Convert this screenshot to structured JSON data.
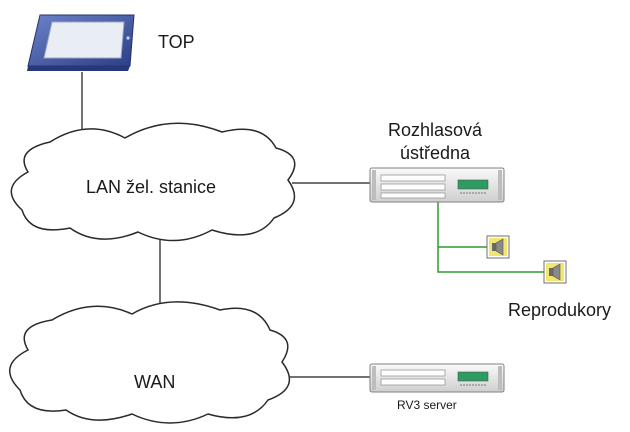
{
  "nodes": {
    "top": {
      "label": "TOP",
      "icon": "touch-panel-icon"
    },
    "lan": {
      "label": "LAN žel. stanice",
      "icon": "cloud-icon"
    },
    "wan": {
      "label": "WAN",
      "icon": "cloud-icon"
    },
    "broadcast_unit": {
      "label_line1": "Rozhlasová",
      "label_line2": "ústředna",
      "icon": "rack-server-icon"
    },
    "rv3_server": {
      "label": "RV3 server",
      "icon": "rack-server-icon"
    },
    "speakers": {
      "label": "Reprodukory",
      "icon": "speaker-icon",
      "count": 2
    }
  },
  "colors": {
    "link_dark": "#444444",
    "link_green": "#2e9a2e",
    "panel_frame": "#3a4f96",
    "panel_screen": "#e9edf4",
    "rack_body": "#ececec",
    "rack_display": "#2c9c61",
    "speaker_bg": "#f3e66e"
  }
}
